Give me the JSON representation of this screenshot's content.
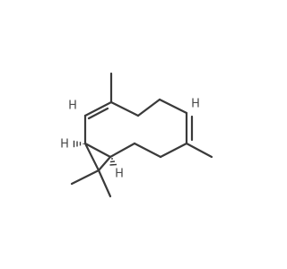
{
  "molecule": {
    "atom_labels": {
      "h_alkene_left": "H",
      "h_alkene_right": "H",
      "h_stereo_left": "H",
      "h_stereo_right": "H"
    },
    "colors": {
      "bond": "#3a3a3a",
      "label": "#4a4a4a",
      "background": "#ffffff"
    }
  }
}
